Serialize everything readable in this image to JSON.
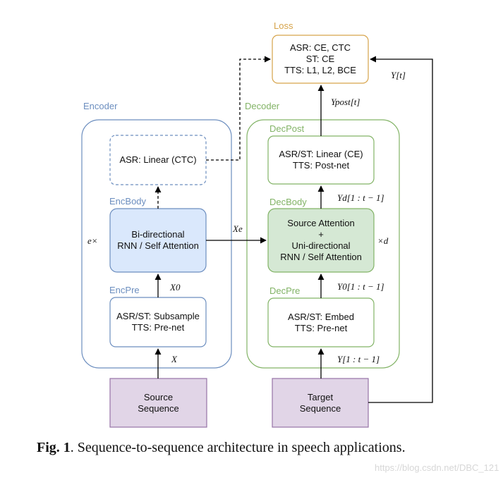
{
  "groups": {
    "encoder": "Encoder",
    "decoder": "Decoder",
    "loss": "Loss",
    "encbody": "EncBody",
    "encpre": "EncPre",
    "decpost": "DecPost",
    "decbody": "DecBody",
    "decpre": "DecPre"
  },
  "boxes": {
    "loss": [
      "ASR: CE, CTC",
      "ST: CE",
      "TTS: L1, L2, BCE"
    ],
    "ctc": [
      "ASR: Linear (CTC)"
    ],
    "encbody": [
      "Bi-directional",
      "RNN / Self Attention"
    ],
    "encpre": [
      "ASR/ST: Subsample",
      "TTS: Pre-net"
    ],
    "source": [
      "Source",
      "Sequence"
    ],
    "decpost": [
      "ASR/ST: Linear (CE)",
      "TTS: Post-net"
    ],
    "decbody": [
      "Source Attention",
      "+",
      "Uni-directional",
      "RNN / Self Attention"
    ],
    "decpre": [
      "ASR/ST: Embed",
      "TTS: Pre-net"
    ],
    "target": [
      "Target",
      "Sequence"
    ]
  },
  "math": {
    "e_times": "e×",
    "times_d": "×d",
    "x0": "X0",
    "x": "X",
    "xe": "Xe",
    "ypost": "Ypost[t]",
    "yt": "Y[t]",
    "yd": "Yd[1 : t − 1]",
    "y0": "Y0[1 : t − 1]",
    "y1t": "Y[1 : t − 1]"
  },
  "caption": {
    "bold": "Fig. 1",
    "text": ". Sequence-to-sequence architecture in speech applications."
  },
  "watermark": "https://blog.csdn.net/DBC_121",
  "colors": {
    "encoder": "#6c8ebf",
    "decoder": "#82b366",
    "loss": "#d6a34a",
    "encbody_fill": "#dae8fc",
    "decbody_fill": "#d5e8d4",
    "sequence_fill": "#e1d5e7",
    "sequence_stroke": "#9673a6"
  }
}
